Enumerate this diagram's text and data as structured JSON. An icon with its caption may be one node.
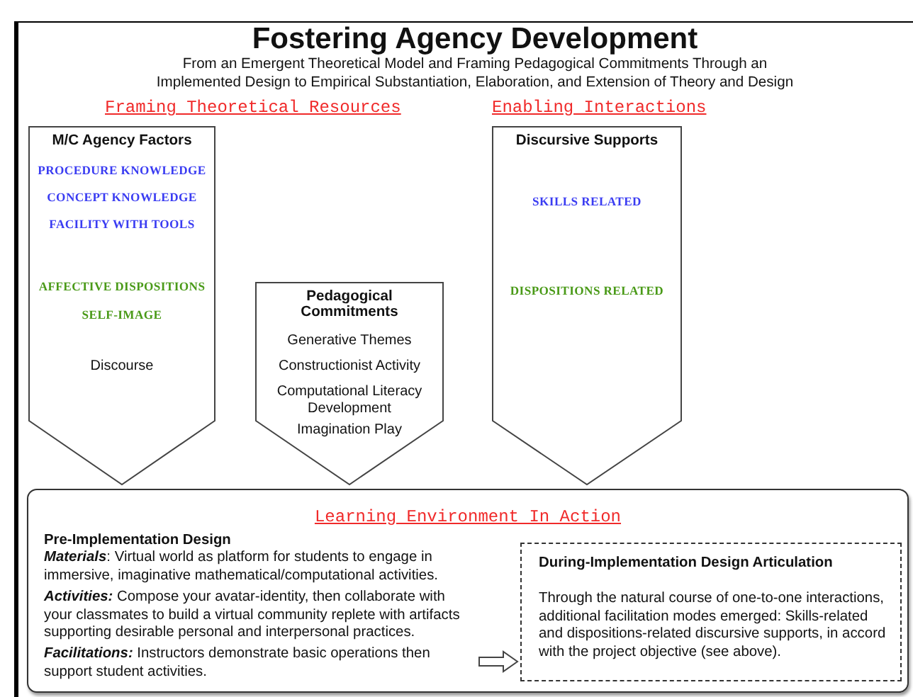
{
  "diagram": {
    "title": "Fostering Agency Development",
    "nodes": [
      {
        "text": [
          "M/C Agency Factors",
          "PROCEDURE KNOWLEDGE",
          "CONCEPT KNOWLEDGE",
          "FACILITY WITH TOOLS",
          "AFFECTIVE DISPOSITIONS",
          "SELF-IMAGE",
          "Discourse"
        ]
      },
      {
        "text": [
          "Pedagogical Commitments",
          "Generative Themes",
          "Constructionist Activity",
          "Computational Literacy Development",
          "Imagination Play"
        ]
      },
      {
        "text": [
          "Discursive Supports",
          "SKILLS RELATED",
          "DISPOSITIONS RELATED"
        ]
      },
      {
        "text": [
          "Learning Environment In Action"
        ]
      },
      {
        "text": [
          "Pre-Implementation Design",
          "*Materials*: Virtual world as platform for students to engage in immersive, imaginative mathematical/computational activities.",
          "*Activities:* Compose your avatar-identity, then collaborate with your classmates to build a virtual community replete with artifacts supporting desirable personal and interpersonal practices.",
          "*Facilitations:* Instructors demonstrate basic operations then support student activities."
        ],
        "in": 3
      },
      {
        "text": [
          "During-Implementation Design Articulation",
          "Through the natural course of one-to-one interactions, additional facilitation modes emerged: Skills-related and dispositions-related discursive supports, in accord with the project objective (see above)."
        ],
        "in": 3
      }
    ],
    "edges": [
      {
        "from": 4,
        "to": 5,
        "arrow": "to"
      }
    ],
    "labels": [
      "From an Emergent Theoretical Model and Framing Pedagogical Commitments Through an Implemented Design to Empirical Substantiation, Elaboration, and Extension of Theory and Design",
      "Framing Theoretical Resources",
      "Enabling Interactions"
    ]
  }
}
